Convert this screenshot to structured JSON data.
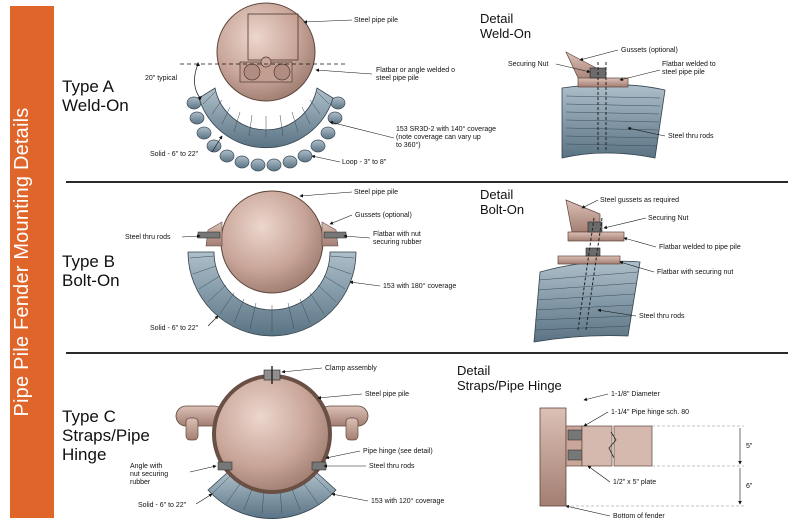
{
  "page_title": "Pipe Pile Fender Mounting Details",
  "sections": [
    {
      "type_line1": "Type A",
      "type_line2": "Weld-On",
      "type_line3": "",
      "detail_line1": "Detail",
      "detail_line2": "Weld-On",
      "callouts": {
        "steel_pipe_pile": "Steel pipe pile",
        "typical": "20\" typical",
        "flatbar_1": "Flatbar or angle welded o",
        "flatbar_2": "steel pipe pile",
        "sr_1": "153 SR3D-2 with 140° coverage",
        "sr_2": "(note coverage can vary up",
        "sr_3": "to 360°)",
        "solid": "Solid - 6\" to 22\"",
        "loop": "Loop - 3\" to 8\"",
        "gussets": "Gussets (optional)",
        "securing_nut": "Securing Nut",
        "detail_flatbar_1": "Flatbar welded to",
        "detail_flatbar_2": "steel pipe pile",
        "steel_thru_rods": "Steel thru rods"
      }
    },
    {
      "type_line1": "Type B",
      "type_line2": "Bolt-On",
      "type_line3": "",
      "detail_line1": "Detail",
      "detail_line2": "Bolt-On",
      "callouts": {
        "steel_pipe_pile": "Steel pipe pile",
        "steel_thru_rods": "Steel thru rods",
        "gussets": "Gussets (optional)",
        "flatbar_nut_1": "Flatbar with nut",
        "flatbar_nut_2": "securing rubber",
        "coverage": "153  with 180° coverage",
        "solid": "Solid - 6\" to 22\"",
        "steel_gussets": "Steel gussets  as required",
        "securing_nut": "Securing Nut",
        "flatbar_welded": "Flatbar welded to pipe pile",
        "flatbar_securing": "Flatbar with securing nut",
        "detail_thru_rods": "Steel thru rods"
      }
    },
    {
      "type_line1": "Type C",
      "type_line2": "Straps/Pipe",
      "type_line3": "Hinge",
      "detail_line1": "Detail",
      "detail_line2": "Straps/Pipe Hinge",
      "callouts": {
        "clamp": "Clamp assembly",
        "steel_pipe_pile": "Steel pipe pile",
        "pipe_hinge": "Pipe hinge (see detail)",
        "steel_thru_rods": "Steel thru rods",
        "angle_1": "Angle with",
        "angle_2": "nut securing",
        "angle_3": "rubber",
        "coverage": "153  with 120° coverage",
        "solid": "Solid - 6\" to 22\"",
        "diameter": "1-1/8\" Diameter",
        "pipe_hinge_sch": "1-1/4\" Pipe hinge sch. 80",
        "plate": "1/2\" x 5\" plate",
        "bottom": "Bottom of fender",
        "dim_5": "5\"",
        "dim_6": "6\""
      }
    }
  ],
  "colors": {
    "sidebar": "#e0652b",
    "pile": "#c9a699",
    "rubber": "#6e8798",
    "rubber_light": "#aebfca",
    "steel": "#b88f84"
  }
}
